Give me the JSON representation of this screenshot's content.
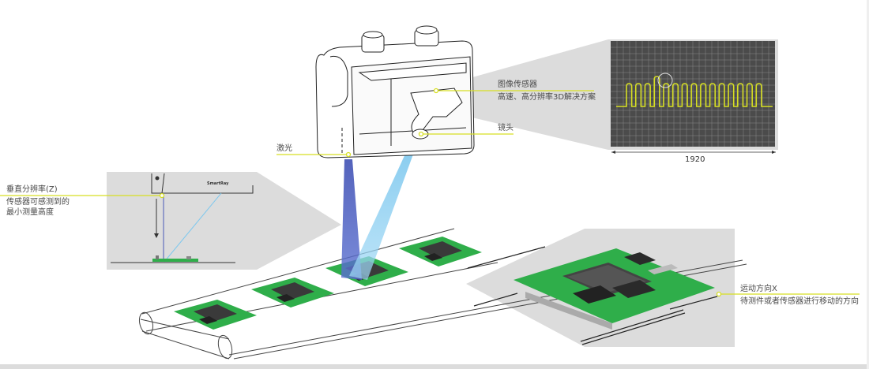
{
  "colors": {
    "callout_line": "#d7df23",
    "laser_beam": "#4a5ab8",
    "camera_view": "#7fc8ee",
    "screen_bg": "#4b4b4b",
    "screen_grid": "#8a8a8a",
    "waveform": "#d7df23",
    "panel_gray": "#dcdcdc",
    "pcb_green": "#2fae4a"
  },
  "callouts": {
    "z_resolution": {
      "title": "垂直分辨率(Z)",
      "line1": "传感器可感测到的",
      "line2": "最小测量高度"
    },
    "laser": {
      "title": "激光"
    },
    "image_sensor": {
      "title": "图像传感器",
      "line1": "高速、高分辨率3D解决方案"
    },
    "lens": {
      "title": "镜头"
    },
    "motion_direction": {
      "title": "运动方向X",
      "line1": "待测件或者传感器进行移动的方向"
    }
  },
  "sensor_profile": {
    "width_label": "1920",
    "pulse_count": 15,
    "highlighted_pulse_index": 3
  },
  "inset_brand": "SmartRay"
}
